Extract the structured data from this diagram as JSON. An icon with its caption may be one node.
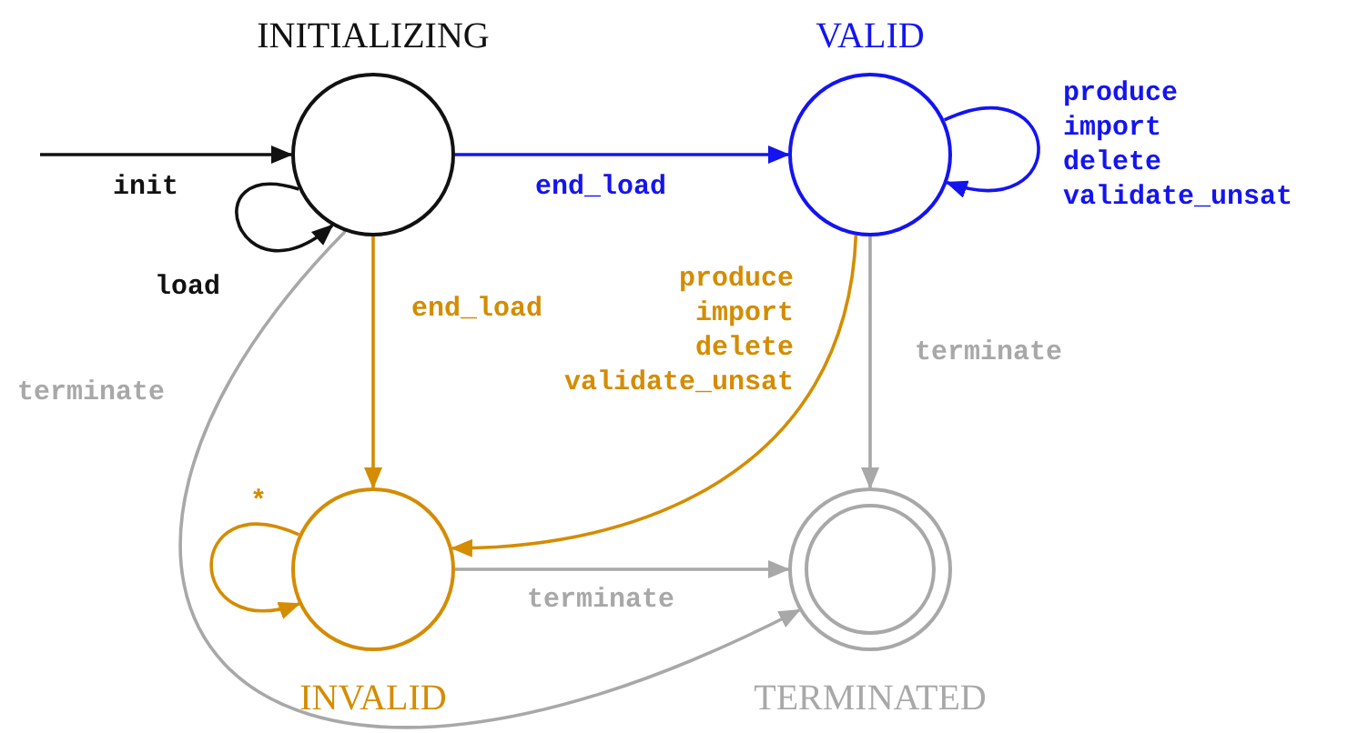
{
  "diagram": {
    "nodes": [
      {
        "text": [
          "INITIALIZING"
        ]
      },
      {
        "text": [
          "VALID"
        ]
      },
      {
        "text": [
          "INVALID"
        ]
      },
      {
        "text": [
          "TERMINATED"
        ]
      }
    ],
    "edges": [
      {
        "from": null,
        "to": 0,
        "arrow": "to",
        "label": "init",
        "color": "#111111"
      },
      {
        "from": 0,
        "to": 0,
        "arrow": "to",
        "label": "load",
        "color": "#111111"
      },
      {
        "from": 0,
        "to": 1,
        "arrow": "to",
        "label": "end_load",
        "color": "#1414f0"
      },
      {
        "from": 0,
        "to": 2,
        "arrow": "to",
        "label": "end_load",
        "color": "#d48c00"
      },
      {
        "from": 0,
        "to": 3,
        "arrow": "to",
        "label": "terminate",
        "color": "#a8a8a8"
      },
      {
        "from": 1,
        "to": 1,
        "arrow": "to",
        "label": "produce import delete validate_unsat",
        "color": "#1414f0"
      },
      {
        "from": 1,
        "to": 2,
        "arrow": "to",
        "label": "produce import delete validate_unsat",
        "color": "#d48c00"
      },
      {
        "from": 1,
        "to": 3,
        "arrow": "to",
        "label": "terminate",
        "color": "#a8a8a8"
      },
      {
        "from": 2,
        "to": 2,
        "arrow": "to",
        "label": "*",
        "color": "#d48c00"
      },
      {
        "from": 2,
        "to": 3,
        "arrow": "to",
        "label": "terminate",
        "color": "#a8a8a8"
      }
    ]
  }
}
